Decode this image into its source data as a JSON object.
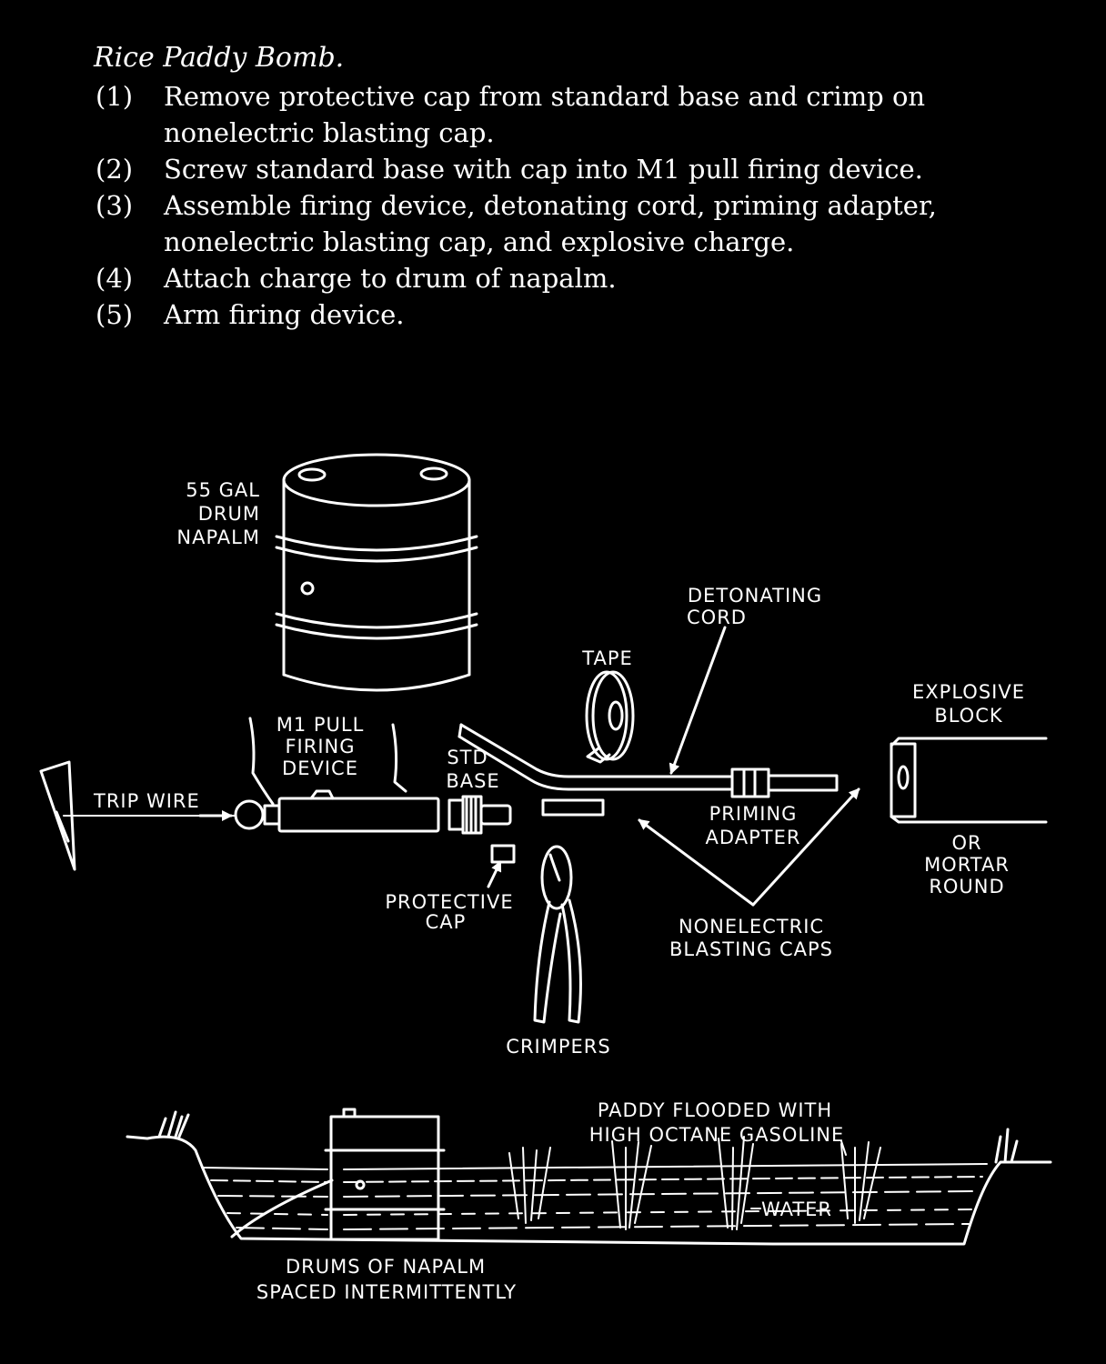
{
  "title": "Rice Paddy Bomb.",
  "steps": [
    {
      "num": "(1)",
      "text": "Remove protective cap from standard base and crimp on nonelectric blasting cap."
    },
    {
      "num": "(2)",
      "text": "Screw standard base with cap into M1 pull firing device."
    },
    {
      "num": "(3)",
      "text": "Assemble firing device, detonating cord, priming adapter, nonelectric blasting cap, and explosive charge."
    },
    {
      "num": "(4)",
      "text": "Attach charge to drum of napalm."
    },
    {
      "num": "(5)",
      "text": "Arm firing device."
    }
  ],
  "labels": {
    "drum": [
      "55 GAL",
      "DRUM",
      "NAPALM"
    ],
    "detonating_cord": [
      "DETONATING",
      "CORD"
    ],
    "tape": "TAPE",
    "explosive_block": [
      "EXPLOSIVE",
      "BLOCK"
    ],
    "m1_pull": [
      "M1 PULL",
      "FIRING",
      "DEVICE"
    ],
    "std_base": [
      "STD",
      "BASE"
    ],
    "trip_wire": "TRIP WIRE",
    "priming_adapter": [
      "PRIMING",
      "ADAPTER"
    ],
    "or_mortar": [
      "OR",
      "MORTAR",
      "ROUND"
    ],
    "protective_cap": [
      "PROTECTIVE",
      "CAP"
    ],
    "nonelectric_caps": [
      "NONELECTRIC",
      "BLASTING  CAPS"
    ],
    "crimpers": "CRIMPERS",
    "paddy_flooded": [
      "PADDY  FLOODED  WITH",
      "HIGH  OCTANE  GASOLINE"
    ],
    "water": "WATER",
    "drums_of_napalm": [
      "DRUMS  OF  NAPALM",
      "SPACED  INTERMITTENTLY"
    ]
  },
  "colors": {
    "background": "#000000",
    "ink": "#ffffff"
  }
}
